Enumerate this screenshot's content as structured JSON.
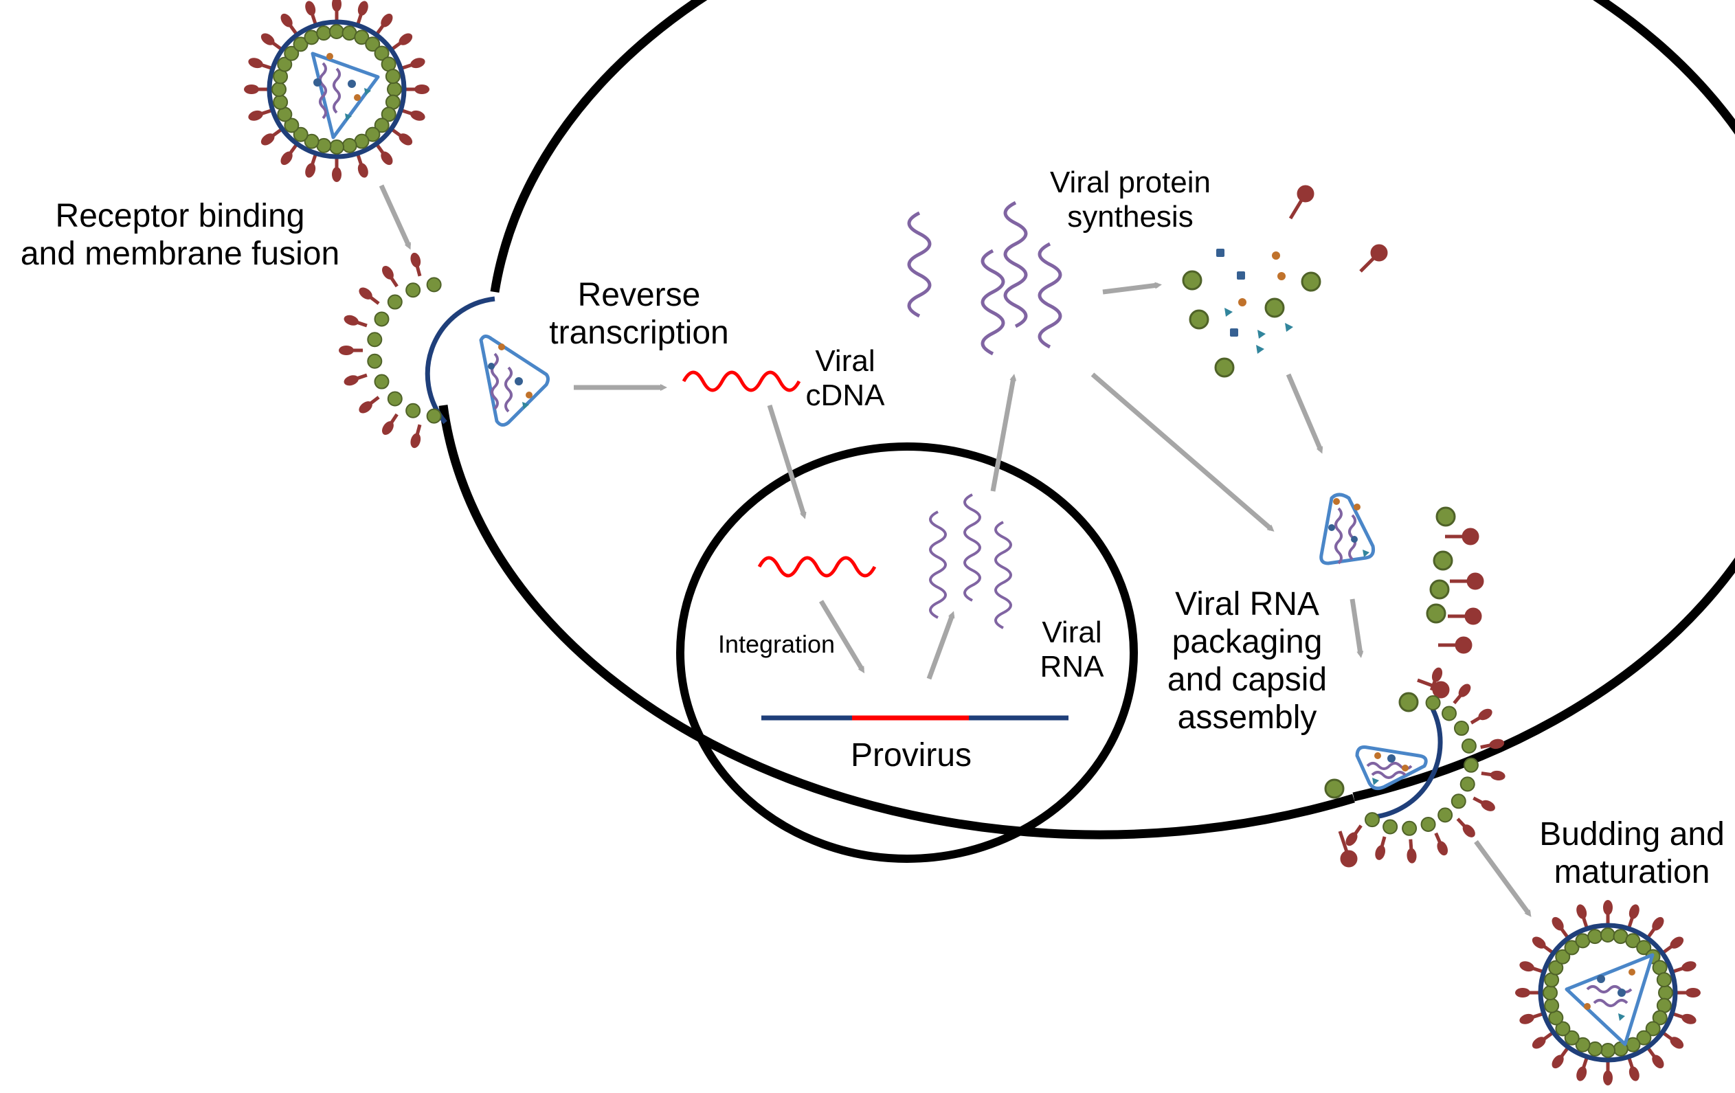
{
  "labels": {
    "receptor_binding": [
      "Receptor binding",
      "and membrane fusion"
    ],
    "reverse_transcription": [
      "Reverse",
      "transcription"
    ],
    "viral_cdna": [
      "Viral",
      "cDNA"
    ],
    "integration": "Integration",
    "provirus": "Provirus",
    "viral_rna": [
      "Viral",
      "RNA"
    ],
    "viral_protein_synthesis": [
      "Viral protein",
      "synthesis"
    ],
    "packaging_assembly": [
      "Viral RNA",
      "packaging",
      "and capsid",
      "assembly"
    ],
    "budding_maturation": [
      "Budding and",
      "maturation"
    ]
  },
  "colors": {
    "cell_membrane": "#000000",
    "arrow": "#a6a6a6",
    "viral_envelope": "#1f3f7a",
    "spike": "#943634",
    "matrix_bead": "#77933c",
    "capsid_outline": "#4a86c8",
    "viral_rna_strand": "#8064a2",
    "viral_cdna_strand": "#ff0000",
    "host_dna": "#1f3f7a",
    "protein_blue": "#366092",
    "protein_orange": "#c0722b",
    "protein_teal": "#31859c"
  }
}
